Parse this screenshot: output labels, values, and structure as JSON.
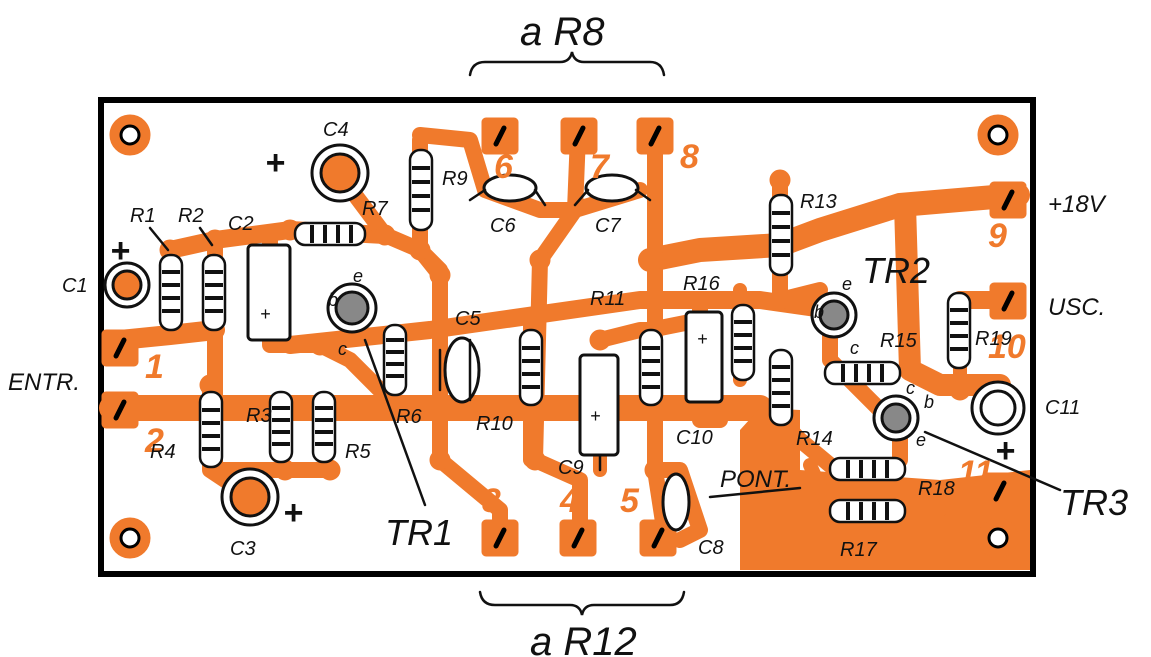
{
  "diagram": {
    "header_top": "a R8",
    "header_bottom": "a R12",
    "supply": "+18V",
    "output": "USC.",
    "input": "ENTR.",
    "bridge": "PONT.",
    "colors": {
      "copper": "#f07a2c",
      "ink": "#111111",
      "board_border": "#000000",
      "paper": "#ffffff"
    },
    "pads": [
      "1",
      "2",
      "3",
      "4",
      "5",
      "6",
      "7",
      "8",
      "9",
      "10",
      "11"
    ],
    "resistors": [
      "R1",
      "R2",
      "R3",
      "R4",
      "R5",
      "R6",
      "R7",
      "R9",
      "R10",
      "R11",
      "R13",
      "R14",
      "R15",
      "R16",
      "R17",
      "R18",
      "R19"
    ],
    "capacitors": [
      "C1",
      "C2",
      "C3",
      "C4",
      "C5",
      "C6",
      "C7",
      "C8",
      "C9",
      "C10",
      "C11"
    ],
    "transistors": [
      "TR1",
      "TR2",
      "TR3"
    ],
    "pins": {
      "base": "b",
      "collector": "c",
      "emitter": "e"
    },
    "plus_sign": "+"
  }
}
